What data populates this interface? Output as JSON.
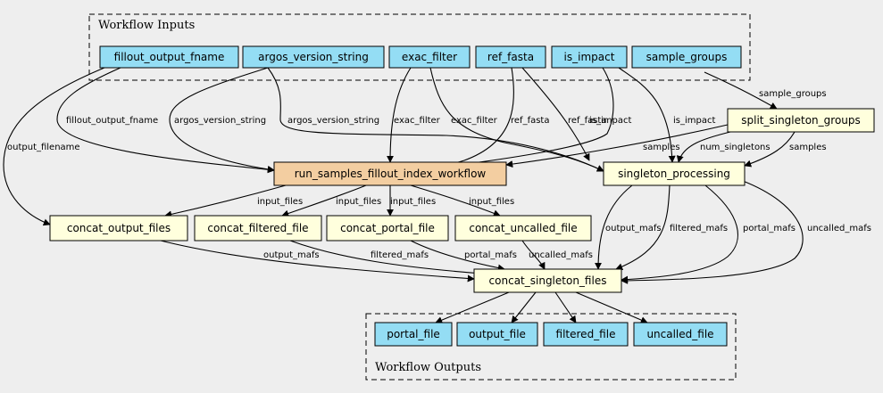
{
  "clusters": {
    "inputs": {
      "title": "Workflow Inputs"
    },
    "outputs": {
      "title": "Workflow Outputs"
    }
  },
  "colors": {
    "input_fill": "#94ddf4",
    "step_fill": "#ffffdd",
    "subworkflow_fill": "#f3cea1",
    "output_fill": "#94ddf4",
    "background": "#eeeeee"
  },
  "nodes": {
    "fillout_output_fname": {
      "label": "fillout_output_fname",
      "kind": "input"
    },
    "argos_version_string": {
      "label": "argos_version_string",
      "kind": "input"
    },
    "exac_filter": {
      "label": "exac_filter",
      "kind": "input"
    },
    "ref_fasta": {
      "label": "ref_fasta",
      "kind": "input"
    },
    "is_impact": {
      "label": "is_impact",
      "kind": "input"
    },
    "sample_groups": {
      "label": "sample_groups",
      "kind": "input"
    },
    "split_singleton_groups": {
      "label": "split_singleton_groups",
      "kind": "step"
    },
    "run_samples_fillout_index_workflow": {
      "label": "run_samples_fillout_index_workflow",
      "kind": "subworkflow"
    },
    "singleton_processing": {
      "label": "singleton_processing",
      "kind": "step"
    },
    "concat_output_files": {
      "label": "concat_output_files",
      "kind": "step"
    },
    "concat_filtered_file": {
      "label": "concat_filtered_file",
      "kind": "step"
    },
    "concat_portal_file": {
      "label": "concat_portal_file",
      "kind": "step"
    },
    "concat_uncalled_file": {
      "label": "concat_uncalled_file",
      "kind": "step"
    },
    "concat_singleton_files": {
      "label": "concat_singleton_files",
      "kind": "step"
    },
    "portal_file": {
      "label": "portal_file",
      "kind": "output"
    },
    "output_file": {
      "label": "output_file",
      "kind": "output"
    },
    "filtered_file": {
      "label": "filtered_file",
      "kind": "output"
    },
    "uncalled_file": {
      "label": "uncalled_file",
      "kind": "output"
    }
  },
  "edges": [
    {
      "id": "e1",
      "from": "fillout_output_fname",
      "to": "concat_output_files",
      "label": "output_filename"
    },
    {
      "id": "e2",
      "from": "fillout_output_fname",
      "to": "run_samples_fillout_index_workflow",
      "label": "fillout_output_fname"
    },
    {
      "id": "e3",
      "from": "argos_version_string",
      "to": "run_samples_fillout_index_workflow",
      "label": "argos_version_string"
    },
    {
      "id": "e4",
      "from": "argos_version_string",
      "to": "singleton_processing",
      "label": "argos_version_string"
    },
    {
      "id": "e5",
      "from": "exac_filter",
      "to": "run_samples_fillout_index_workflow",
      "label": "exac_filter"
    },
    {
      "id": "e6",
      "from": "exac_filter",
      "to": "singleton_processing",
      "label": "exac_filter"
    },
    {
      "id": "e7",
      "from": "ref_fasta",
      "to": "run_samples_fillout_index_workflow",
      "label": "ref_fasta"
    },
    {
      "id": "e8",
      "from": "ref_fasta",
      "to": "singleton_processing",
      "label": "ref_fasta"
    },
    {
      "id": "e9",
      "from": "is_impact",
      "to": "run_samples_fillout_index_workflow",
      "label": "is_impact"
    },
    {
      "id": "e10",
      "from": "is_impact",
      "to": "singleton_processing",
      "label": "is_impact"
    },
    {
      "id": "e11",
      "from": "sample_groups",
      "to": "split_singleton_groups",
      "label": "sample_groups"
    },
    {
      "id": "e12",
      "from": "split_singleton_groups",
      "to": "run_samples_fillout_index_workflow",
      "label": "samples"
    },
    {
      "id": "e13",
      "from": "split_singleton_groups",
      "to": "singleton_processing",
      "label": "num_singletons"
    },
    {
      "id": "e14",
      "from": "split_singleton_groups",
      "to": "singleton_processing",
      "label": "samples"
    },
    {
      "id": "e15",
      "from": "run_samples_fillout_index_workflow",
      "to": "concat_output_files",
      "label": "input_files"
    },
    {
      "id": "e16",
      "from": "run_samples_fillout_index_workflow",
      "to": "concat_filtered_file",
      "label": "input_files"
    },
    {
      "id": "e17",
      "from": "run_samples_fillout_index_workflow",
      "to": "concat_portal_file",
      "label": "input_files"
    },
    {
      "id": "e18",
      "from": "run_samples_fillout_index_workflow",
      "to": "concat_uncalled_file",
      "label": "input_files"
    },
    {
      "id": "e19",
      "from": "singleton_processing",
      "to": "concat_singleton_files",
      "label": "output_mafs"
    },
    {
      "id": "e20",
      "from": "singleton_processing",
      "to": "concat_singleton_files",
      "label": "filtered_mafs"
    },
    {
      "id": "e21",
      "from": "singleton_processing",
      "to": "concat_singleton_files",
      "label": "portal_mafs"
    },
    {
      "id": "e22",
      "from": "singleton_processing",
      "to": "concat_singleton_files",
      "label": "uncalled_mafs"
    },
    {
      "id": "e23",
      "from": "concat_output_files",
      "to": "concat_singleton_files",
      "label": "output_mafs"
    },
    {
      "id": "e24",
      "from": "concat_filtered_file",
      "to": "concat_singleton_files",
      "label": "filtered_mafs"
    },
    {
      "id": "e25",
      "from": "concat_portal_file",
      "to": "concat_singleton_files",
      "label": "portal_mafs"
    },
    {
      "id": "e26",
      "from": "concat_uncalled_file",
      "to": "concat_singleton_files",
      "label": "uncalled_mafs"
    },
    {
      "id": "e27",
      "from": "concat_singleton_files",
      "to": "portal_file",
      "label": ""
    },
    {
      "id": "e28",
      "from": "concat_singleton_files",
      "to": "output_file",
      "label": ""
    },
    {
      "id": "e29",
      "from": "concat_singleton_files",
      "to": "filtered_file",
      "label": ""
    },
    {
      "id": "e30",
      "from": "concat_singleton_files",
      "to": "uncalled_file",
      "label": ""
    }
  ]
}
